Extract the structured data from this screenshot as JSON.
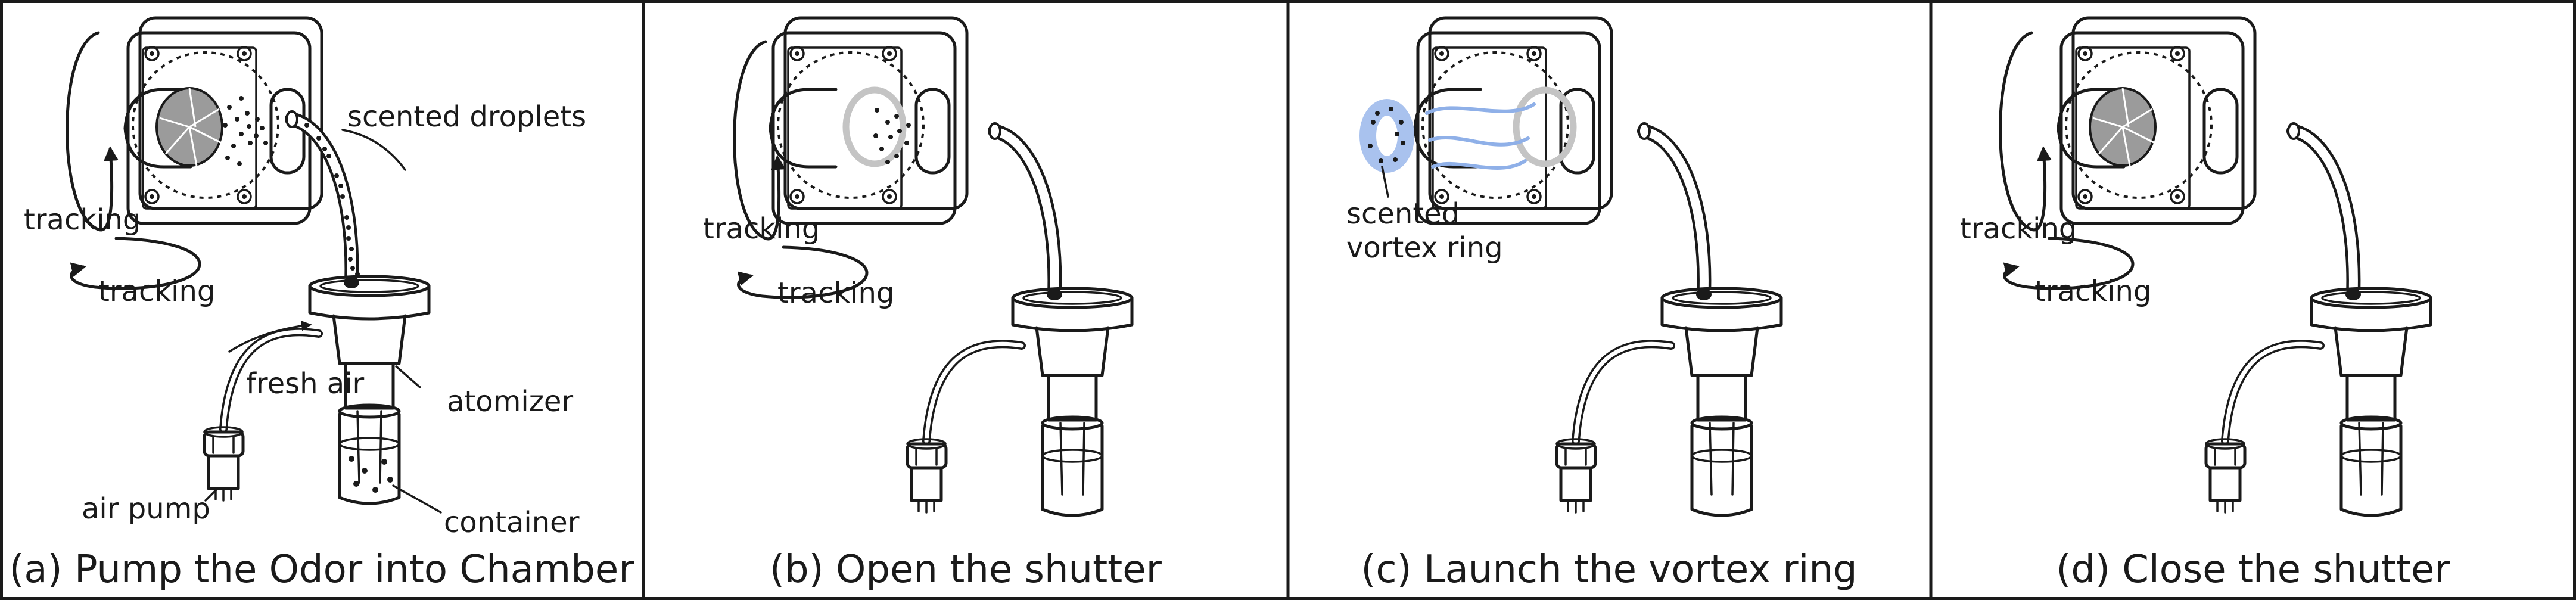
{
  "panels": [
    {
      "caption": "(a) Pump the Odor into Chamber",
      "labels": {
        "droplets": "scented droplets",
        "track_upper": "tracking",
        "track_lower": "tracking",
        "fresh_air": "fresh air",
        "atomizer": "atomizer",
        "pump": "air pump",
        "container": "container"
      },
      "shutter_state": "closed"
    },
    {
      "caption": "(b) Open the shutter",
      "labels": {
        "track_upper": "tracking",
        "track_lower": "tracking"
      },
      "shutter_state": "open"
    },
    {
      "caption": "(c) Launch the vortex ring",
      "labels": {
        "ring_line1": "scented",
        "ring_line2": "vortex ring"
      },
      "shutter_state": "open"
    },
    {
      "caption": "(d) Close the shutter",
      "labels": {
        "track_upper": "tracking",
        "track_lower": "tracking"
      },
      "shutter_state": "closed"
    }
  ],
  "colors": {
    "ink": "#1a1a1a",
    "shutter_blade": "#9b9b9b",
    "aperture_ring": "#c4c4c4",
    "vortex_ring": "#a9c2ee",
    "air_streak": "#8fb0e8"
  }
}
